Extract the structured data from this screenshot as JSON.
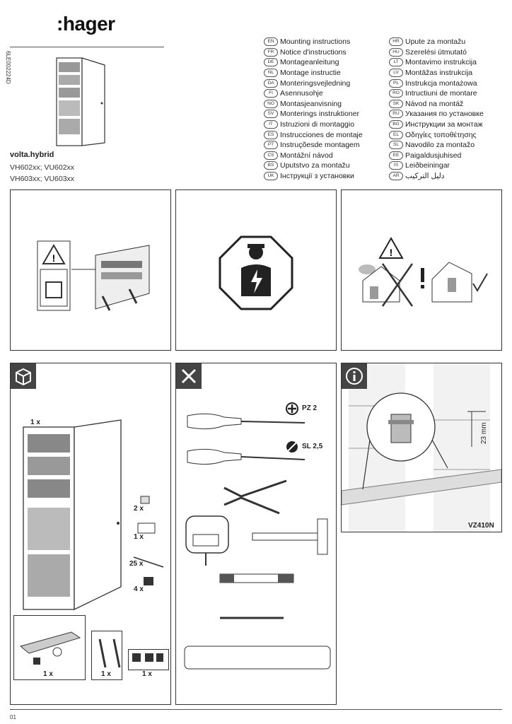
{
  "header": {
    "brand": ":hager",
    "doc_code": "6LE002224D",
    "product_title": "volta.hybrid",
    "models": [
      "VH602xx; VU602xx",
      "VH603xx; VU603xx"
    ]
  },
  "languages_left": [
    {
      "code": "EN",
      "label": "Mounting instructions"
    },
    {
      "code": "FR",
      "label": "Notice d'instructions"
    },
    {
      "code": "DE",
      "label": "Montageanleitung"
    },
    {
      "code": "NL",
      "label": "Montage instructie"
    },
    {
      "code": "DA",
      "label": "Monteringsvejledning"
    },
    {
      "code": "FI",
      "label": "Asennusohje"
    },
    {
      "code": "NO",
      "label": "Montasjeanvisning"
    },
    {
      "code": "SV",
      "label": "Monterings instruktioner"
    },
    {
      "code": "IT",
      "label": "Istruzioni di montaggio"
    },
    {
      "code": "ES",
      "label": "Instrucciones de montaje"
    },
    {
      "code": "PT",
      "label": "Instruçõesde montagem"
    },
    {
      "code": "CS",
      "label": "Montážní návod"
    },
    {
      "code": "BS",
      "label": "Uputstvo za montažu"
    },
    {
      "code": "UK",
      "label": "Інструкції з установки"
    }
  ],
  "languages_right": [
    {
      "code": "HR",
      "label": "Upute za montažu"
    },
    {
      "code": "HU",
      "label": "Szerelési útmutató"
    },
    {
      "code": "LT",
      "label": "Montavimo instrukcija"
    },
    {
      "code": "LV",
      "label": "Montāžas instrukcija"
    },
    {
      "code": "PL",
      "label": "Instrukcja montażowa"
    },
    {
      "code": "RO",
      "label": "Intructiuni de montare"
    },
    {
      "code": "SK",
      "label": "Návod na montáž"
    },
    {
      "code": "RU",
      "label": "Указания по установке"
    },
    {
      "code": "BG",
      "label": "Инструкции за монтаж"
    },
    {
      "code": "EL",
      "label": "Οδηγίες τοποθέτησης"
    },
    {
      "code": "SL",
      "label": "Navodilo za montažo"
    },
    {
      "code": "EE",
      "label": "Paigaldusjuhised"
    },
    {
      "code": "IS",
      "label": "Leiðbeiningar"
    },
    {
      "code": "AR",
      "label": "دليل التركيب"
    }
  ],
  "contents_panel": {
    "icon": "package-icon",
    "enclosure_qty": "1 x",
    "parts": [
      "2 x",
      "1 x",
      "25 x",
      "4 x"
    ],
    "bottom_qty": [
      "1 x",
      "1 x",
      "1 x"
    ]
  },
  "tools_panel": {
    "icon": "tools-icon",
    "screwdriver_pz": "PZ 2",
    "screwdriver_sl": "SL 2,5"
  },
  "info_panel": {
    "icon": "info-icon",
    "dimension": "23 mm",
    "part_ref": "VZ410N"
  },
  "footer": {
    "page": "01"
  }
}
